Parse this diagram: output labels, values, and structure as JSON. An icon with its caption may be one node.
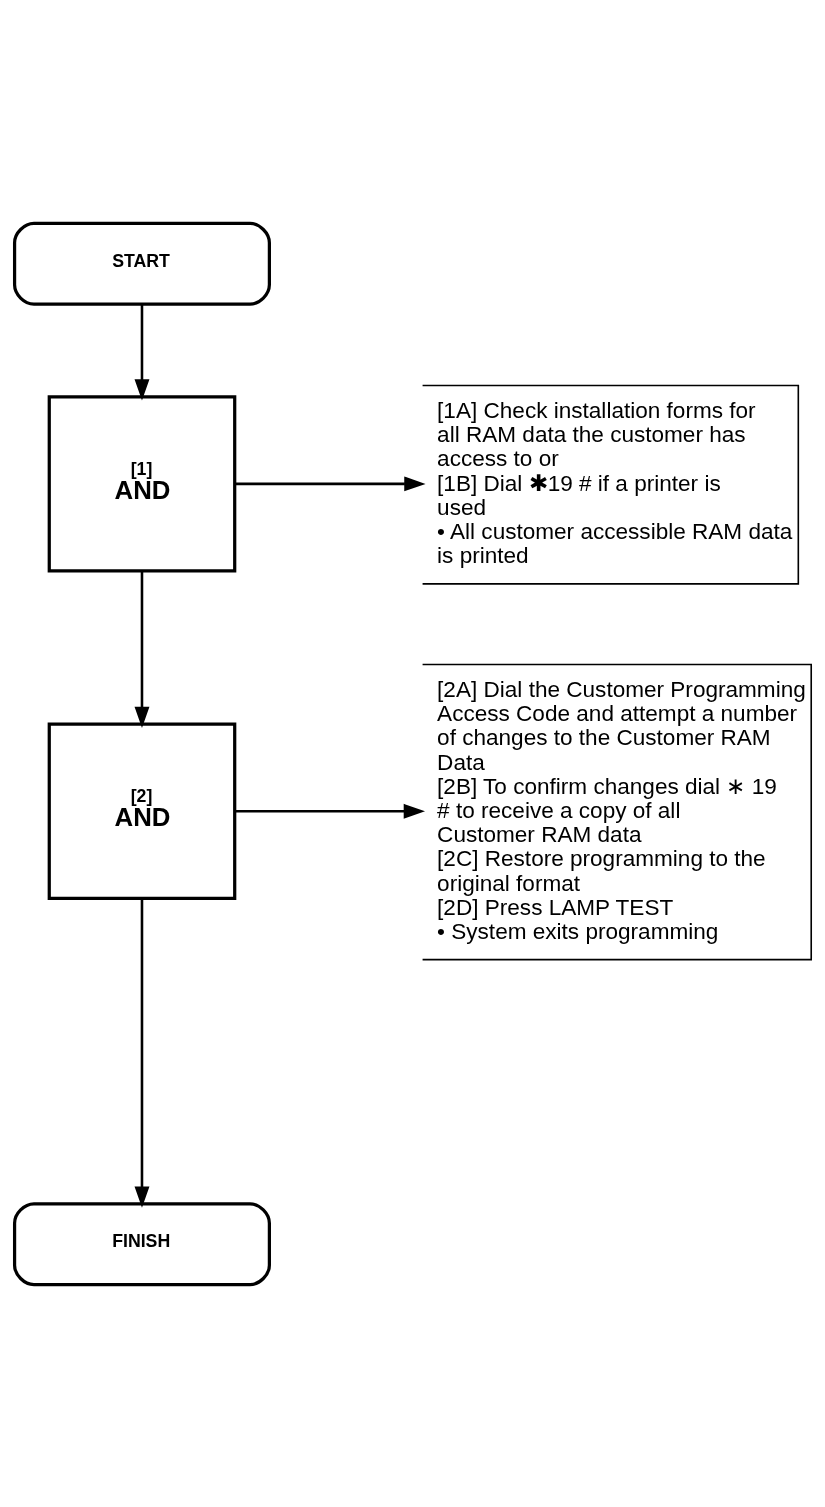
{
  "diagram": {
    "nodes": [
      {
        "text": [
          "START"
        ]
      },
      {
        "text": [
          "[1]",
          "AND"
        ]
      },
      {
        "text": [
          "[1A] Check installation forms for all RAM data the customer has access to or",
          "[1B] Dial ✱19 # if a printer is used",
          "• All customer accessible RAM data is printed"
        ]
      },
      {
        "text": [
          "[2]",
          "AND"
        ]
      },
      {
        "text": [
          "[2A] Dial the Customer Programming Access Code and attempt a number of changes to the Customer RAM Data",
          "[2B] To confirm changes dial ∗ 19 # to receive a copy of all Customer RAM data",
          "[2C] Restore programming to the original format",
          "[2D] Press LAMP TEST",
          "• System exits programming"
        ]
      },
      {
        "text": [
          "FINISH"
        ]
      }
    ],
    "edges": [
      {
        "from": 0,
        "to": 1,
        "arrow": "to"
      },
      {
        "from": 1,
        "to": 2,
        "arrow": "to"
      },
      {
        "from": 1,
        "to": 3,
        "arrow": "to"
      },
      {
        "from": 3,
        "to": 4,
        "arrow": "to"
      },
      {
        "from": 3,
        "to": 5,
        "arrow": "to"
      }
    ]
  }
}
